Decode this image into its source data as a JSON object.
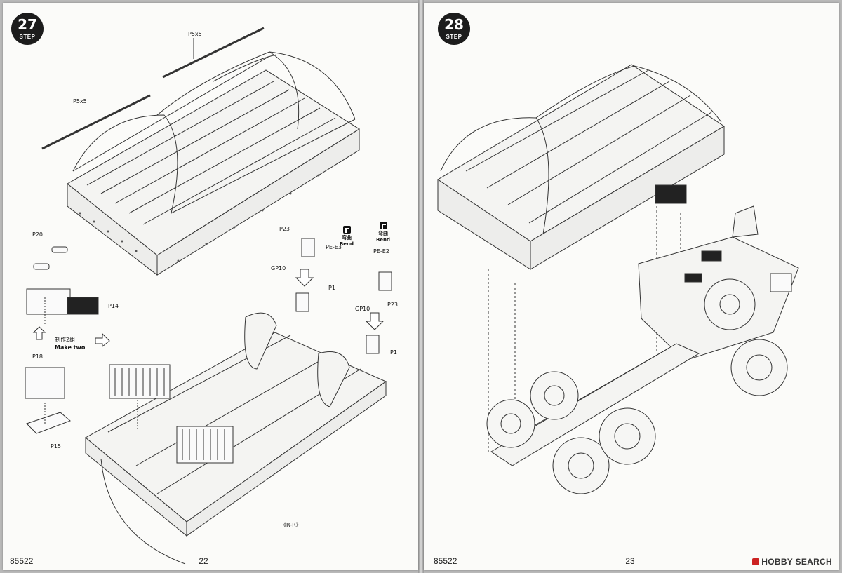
{
  "left_page": {
    "step_number": "27",
    "step_label": "STEP",
    "product_code": "85522",
    "page_number": "22",
    "callouts": {
      "p5x5_top": "P5x5",
      "p5x5_left": "P5x5",
      "p20": "P20",
      "p14": "P14",
      "make_two_cn": "制作2组",
      "make_two_en": "Make two",
      "p18": "P18",
      "p15": "P15",
      "p23_a": "P23",
      "pe_e3": "PE-E3",
      "gp10_a": "GP10",
      "p1_a": "P1",
      "bend_cn_a": "弯曲",
      "bend_en_a": "Bend",
      "bend_cn_b": "弯曲",
      "bend_en_b": "Bend",
      "pe_e2": "PE-E2",
      "gp10_b": "GP10",
      "p23_b": "P23",
      "p1_b": "P1",
      "rr": "《R-R》"
    }
  },
  "right_page": {
    "step_number": "28",
    "step_label": "STEP",
    "product_code": "85522",
    "page_number": "23"
  },
  "watermark": "HOBBY SEARCH"
}
